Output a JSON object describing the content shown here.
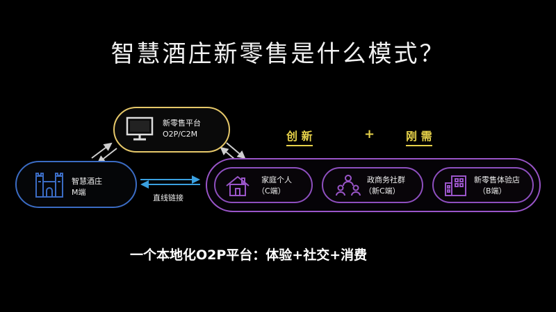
{
  "title": "智慧酒庄新零售是什么模式？",
  "platform": {
    "line1": "新零售平台",
    "line2": "O2P/C2M",
    "icon": "monitor-icon"
  },
  "winery": {
    "line1": "智慧酒庄",
    "line2": "M端",
    "icon": "castle-icon"
  },
  "direct_link_label": "直线链接",
  "tags": {
    "innovation": "创 新",
    "plus": "+",
    "need": "刚 需"
  },
  "consumers": [
    {
      "line1": "家庭个人",
      "line2": "（C端）",
      "icon": "house-icon"
    },
    {
      "line1": "政商务社群",
      "line2": "（新C端）",
      "icon": "group-icon"
    },
    {
      "line1": "新零售体验店",
      "line2": "（B端）",
      "icon": "building-icon"
    }
  ],
  "caption": "一个本地化O2P平台：体验+社交+消费",
  "colors": {
    "platform_border": "#e6c86a",
    "winery_border": "#3b6cc4",
    "consumer_border": "#9a55c9",
    "accent_text": "#e8d34a",
    "link_arrow": "#3aa0e0"
  }
}
